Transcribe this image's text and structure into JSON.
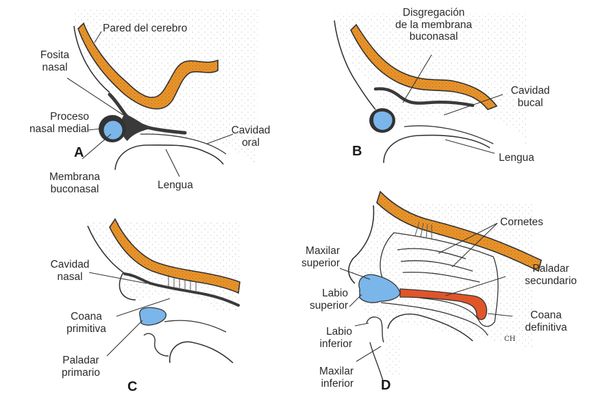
{
  "panels": {
    "a": {
      "letter": "A",
      "labels": {
        "brain_wall": "Pared del cerebro",
        "nasal_pit": "Fosita\nnasal",
        "medial_nasal_process": "Proceso\nnasal medial",
        "oral_cavity": "Cavidad\noral",
        "oronasal_membrane": "Membrana\nbuconasal",
        "tongue": "Lengua"
      }
    },
    "b": {
      "letter": "B",
      "labels": {
        "membrane_rupture": "Disgregación\nde la membrana\nbuconasal",
        "buccal_cavity": "Cavidad\nbucal",
        "tongue": "Lengua"
      }
    },
    "c": {
      "letter": "C",
      "labels": {
        "nasal_cavity": "Cavidad\nnasal",
        "primitive_choana": "Coana\nprimitiva",
        "primary_palate": "Paladar\nprimario"
      }
    },
    "d": {
      "letter": "D",
      "labels": {
        "conchae": "Cornetes",
        "upper_jaw": "Maxilar\nsuperior",
        "secondary_palate": "Paladar\nsecundario",
        "upper_lip": "Labio\nsuperior",
        "definitive_choana": "Coana\ndefinitiva",
        "lower_lip": "Labio\ninferior",
        "lower_jaw": "Maxilar\ninferior"
      }
    }
  },
  "signature": "CH",
  "colors": {
    "brain_wall": "#e8942a",
    "process": "#7ab6ea",
    "secondary_palate": "#e0552a",
    "outline": "#333333",
    "membrane": "#3a3a3a"
  }
}
